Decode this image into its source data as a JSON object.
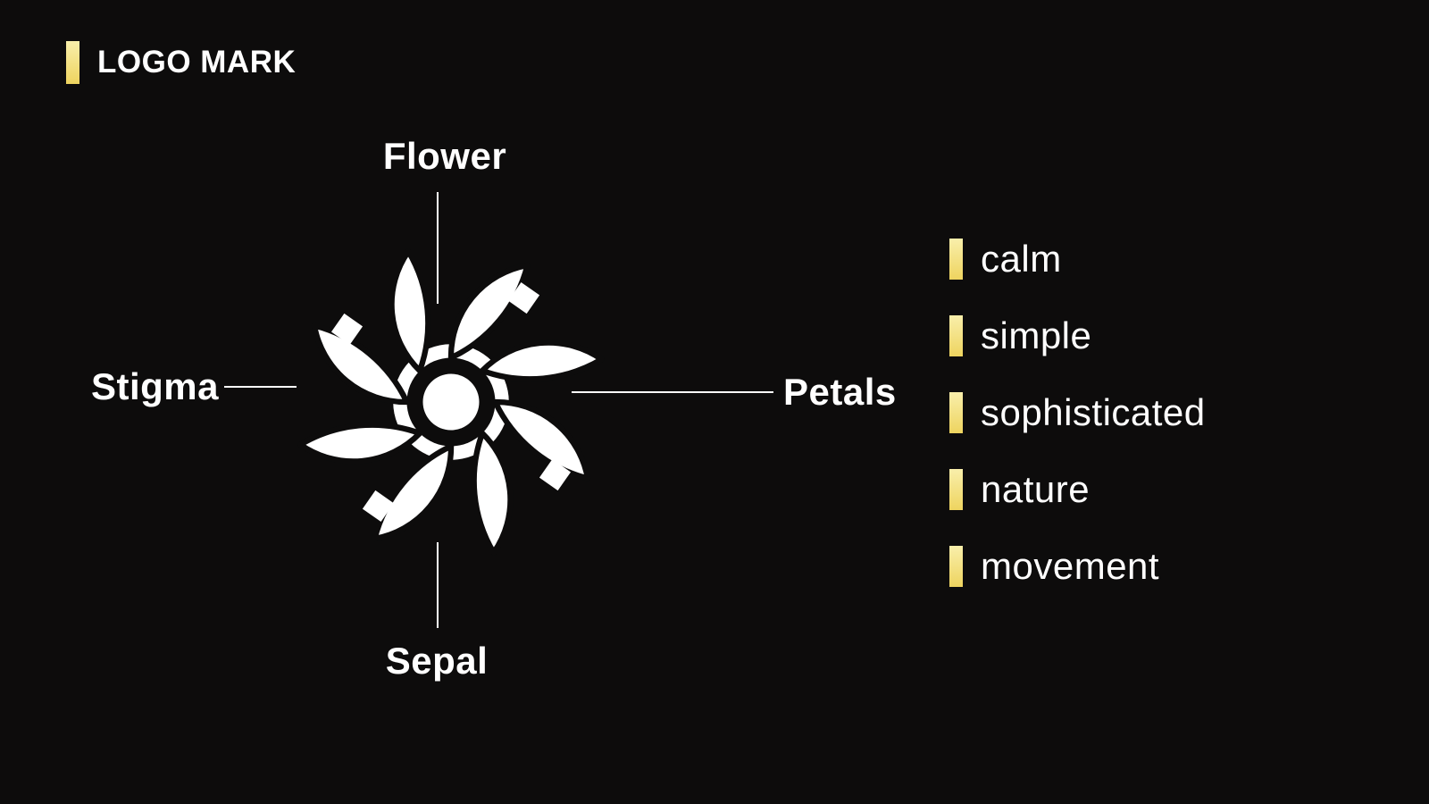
{
  "header": {
    "title": "LOGO MARK"
  },
  "diagram": {
    "logo_name": "flower-mark",
    "callouts": {
      "top": "Flower",
      "left": "Stigma",
      "right": "Petals",
      "bottom": "Sepal"
    }
  },
  "keywords": {
    "items": [
      "calm",
      "simple",
      "sophisticated",
      "nature",
      "movement"
    ]
  },
  "colors": {
    "background": "#0d0c0c",
    "accent": "#eed45f",
    "accent_light": "#f9efab",
    "text": "#ffffff",
    "logo": "#ffffff"
  }
}
